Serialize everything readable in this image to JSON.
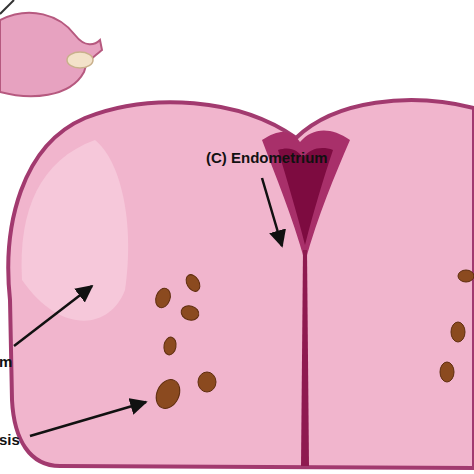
{
  "diagram": {
    "labels": [
      "(C) Endometrium",
      "m",
      "sis"
    ]
  }
}
